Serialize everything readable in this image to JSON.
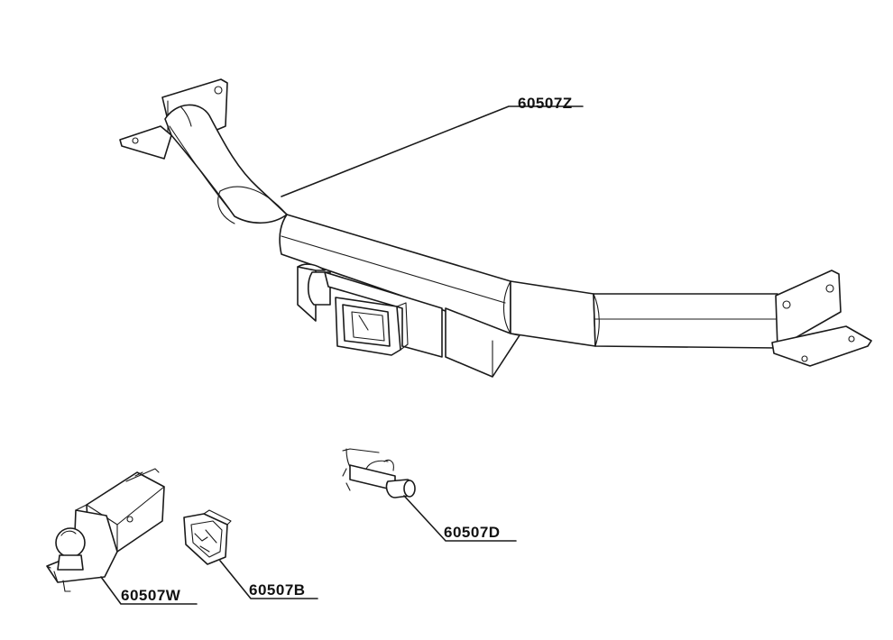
{
  "parts": [
    {
      "id": "main",
      "label": "60507Z"
    },
    {
      "id": "pin",
      "label": "60507D"
    },
    {
      "id": "cover",
      "label": "60507B"
    },
    {
      "id": "ballmount",
      "label": "60507W"
    }
  ]
}
